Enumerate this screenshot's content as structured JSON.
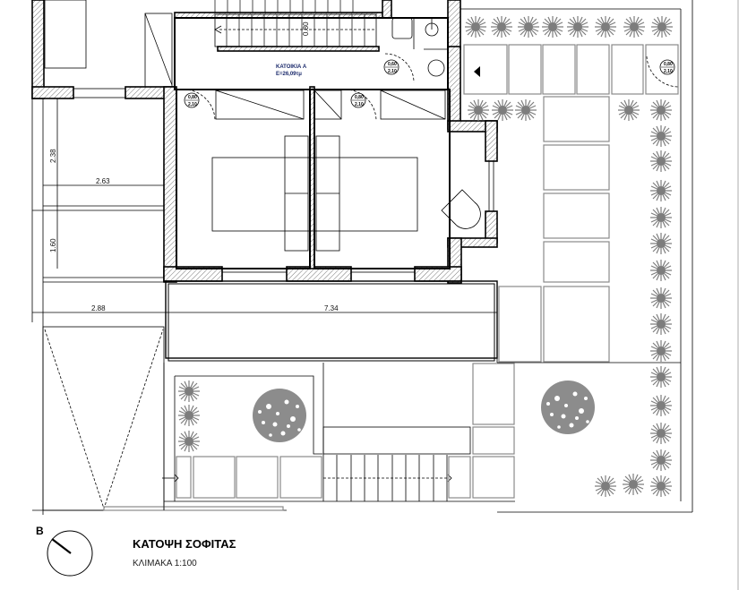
{
  "drawing": {
    "title": "ΚΑΤΟΨΗ ΣΟΦΙΤΑΣ",
    "scale_label": "ΚΛΙΜΑΚΑ 1:100",
    "north_letter": "B",
    "room": {
      "name": "ΚΑΤΟΙΚΙΑ Α",
      "area": "Ε=26,09τμ"
    },
    "dimensions": {
      "d1": "2.38",
      "d2": "2.63",
      "d3": "1.60",
      "d4": "2.88",
      "d5": "7.34",
      "stair_height": "0.80"
    },
    "door_tags": [
      {
        "top": "0,80",
        "bottom": "2,10"
      },
      {
        "top": "0,80",
        "bottom": "2,10"
      },
      {
        "top": "0,60",
        "bottom": "2,10"
      },
      {
        "top": "0,80",
        "bottom": "2,10"
      }
    ],
    "colors": {
      "line": "#000000",
      "planting": "#808080",
      "paving": "#8a8a8a",
      "label_blue": "#1b2a6b"
    }
  }
}
